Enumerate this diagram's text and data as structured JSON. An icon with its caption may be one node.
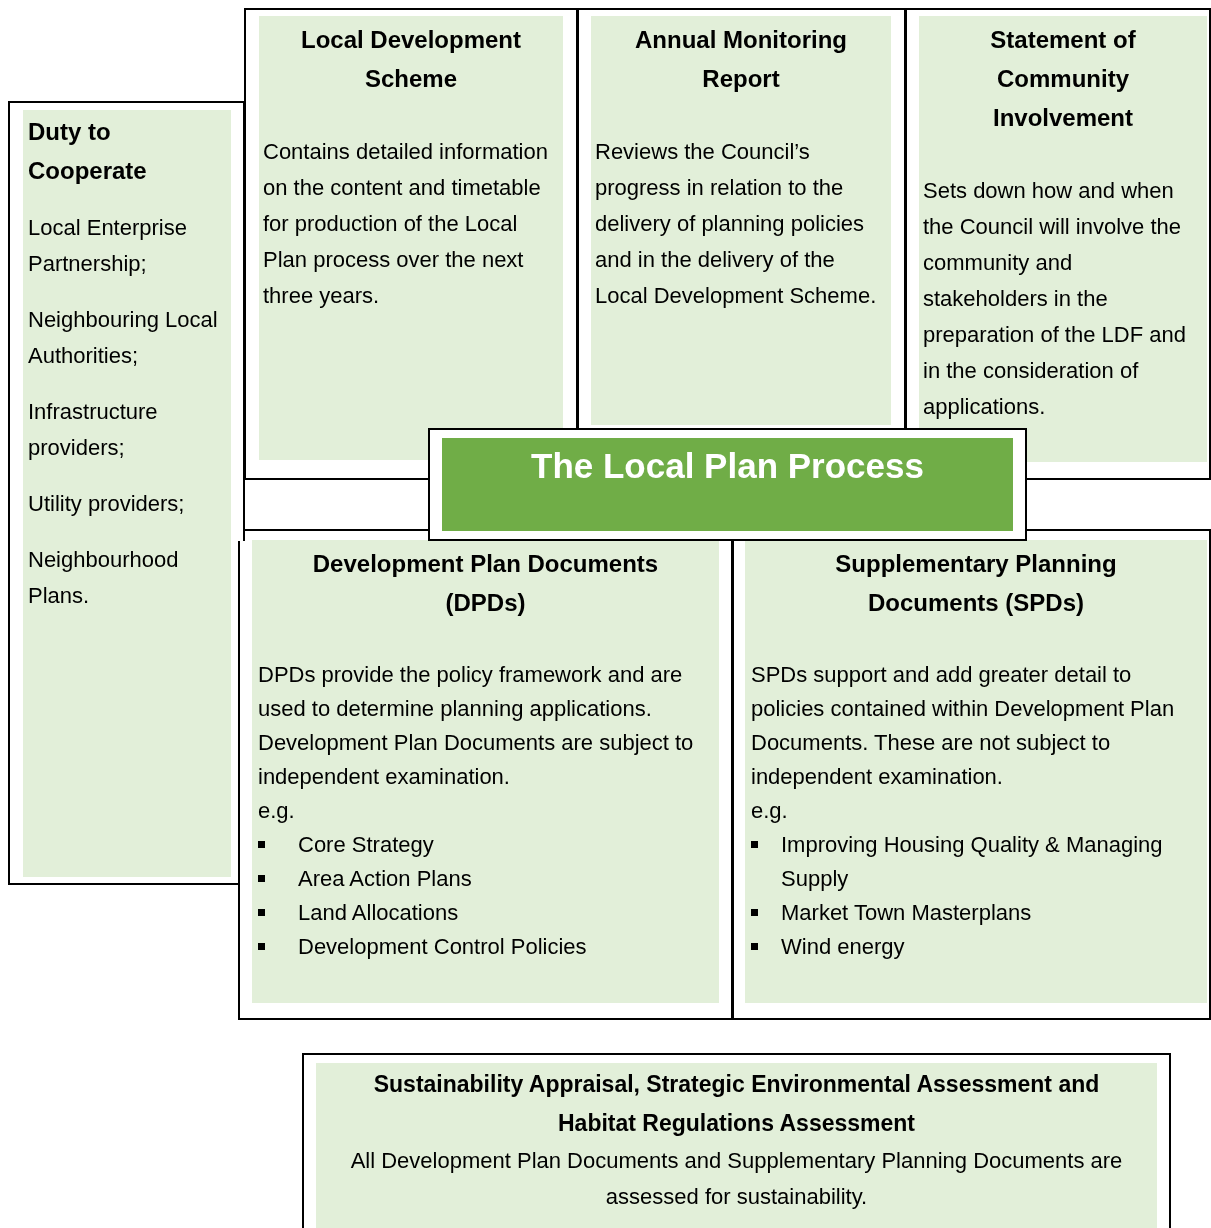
{
  "diagram": {
    "nodes": [
      {
        "text": [
          "Duty to Cooperate",
          "Local Enterprise Partnership;",
          "Neighbouring Local Authorities;",
          "Infrastructure providers;",
          "Utility providers;",
          "Neighbourhood Plans."
        ]
      },
      {
        "text": [
          "Local Development Scheme",
          "Contains detailed information on the content and timetable for production of the Local Plan process over the next three years."
        ]
      },
      {
        "text": [
          "Annual Monitoring Report",
          "Reviews the Council’s progress in relation to the delivery of planning policies and in the delivery of the Local Development Scheme."
        ]
      },
      {
        "text": [
          "Statement of Community Involvement",
          "Sets down how and when the Council will involve the community and stakeholders in the preparation of the LDF and in the consideration of applications."
        ]
      },
      {
        "text": [
          "The Local Plan Process"
        ]
      },
      {
        "text": [
          "Development Plan Documents (DPDs)",
          "DPDs provide the policy framework and are used to determine planning applications.  Development Plan Documents are subject to independent examination.",
          "e.g.",
          "Core Strategy",
          "Area Action Plans",
          "Land Allocations",
          "Development Control Policies"
        ]
      },
      {
        "text": [
          "Supplementary Planning Documents (SPDs)",
          "SPDs support and add greater detail to policies contained within Development Plan Documents.  These are not subject to independent examination.",
          "e.g.",
          "Improving Housing Quality & Managing Supply",
          "Market Town Masterplans",
          "Wind energy"
        ]
      },
      {
        "text": [
          "Sustainability Appraisal, Strategic Environmental Assessment and Habitat Regulations Assessment",
          "All Development Plan Documents and Supplementary Planning Documents are assessed for sustainability."
        ]
      }
    ]
  }
}
